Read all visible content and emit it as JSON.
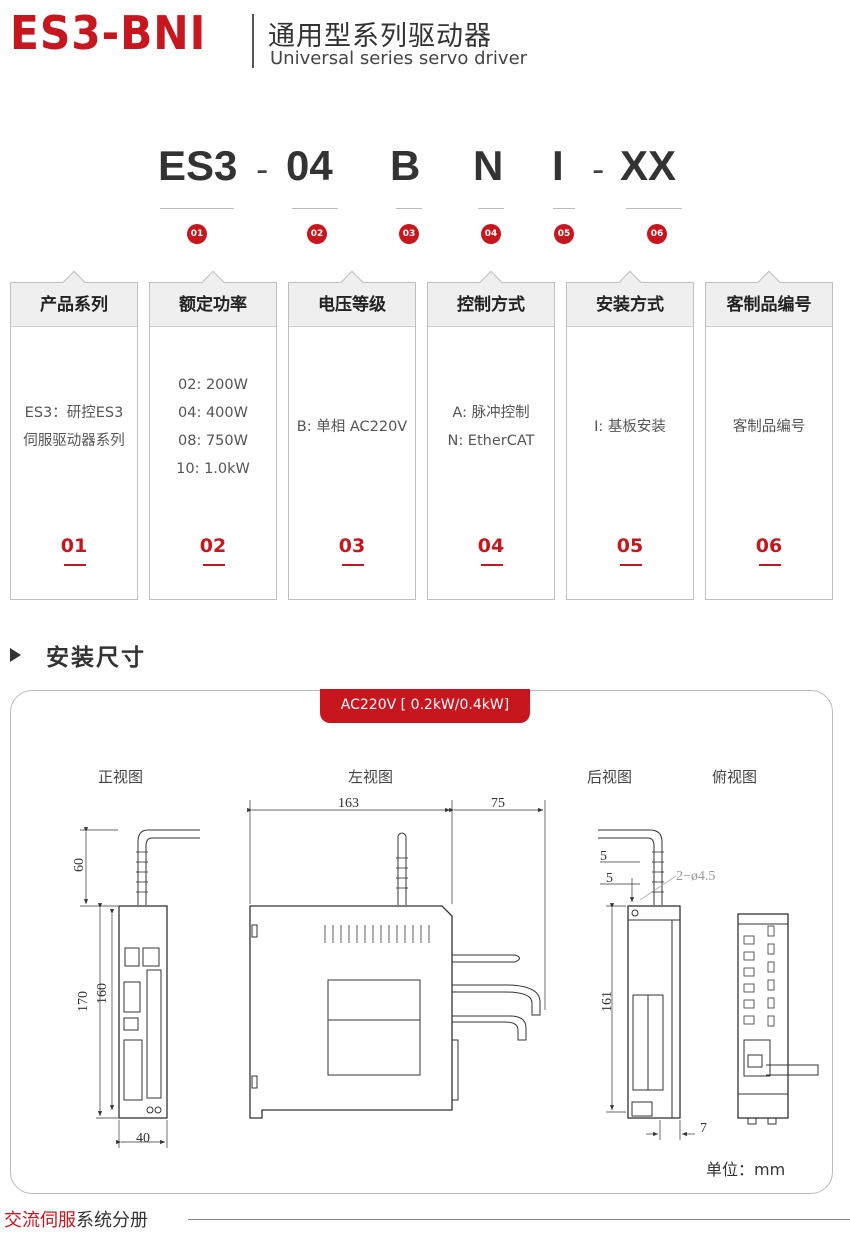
{
  "header": {
    "brand": "ES3-BNI",
    "title_cn": "通用型系列驱动器",
    "title_en": "Universal series servo driver"
  },
  "model_code": {
    "parts": [
      "ES3",
      "-",
      "04",
      "B",
      "N",
      "I",
      "-",
      "XX"
    ],
    "markers": [
      "01",
      "02",
      "03",
      "04",
      "05",
      "06"
    ]
  },
  "cards": [
    {
      "title": "产品系列",
      "lines": [
        "ES3：研控ES3",
        "伺服驱动器系列"
      ],
      "num": "01"
    },
    {
      "title": "额定功率",
      "lines": [
        "02: 200W",
        "04: 400W",
        "08: 750W",
        "10: 1.0kW"
      ],
      "num": "02"
    },
    {
      "title": "电压等级",
      "lines": [
        "B: 单相 AC220V"
      ],
      "num": "03"
    },
    {
      "title": "控制方式",
      "lines": [
        "A: 脉冲控制",
        "N: EtherCAT"
      ],
      "num": "04"
    },
    {
      "title": "安装方式",
      "lines": [
        "I: 基板安装"
      ],
      "num": "05"
    },
    {
      "title": "客制品编号",
      "lines": [
        "客制品编号"
      ],
      "num": "06"
    }
  ],
  "section": {
    "title": "安装尺寸",
    "tag": "AC220V [ 0.2kW/0.4kW]",
    "views": [
      "正视图",
      "左视图",
      "后视图",
      "俯视图"
    ],
    "unit": "单位：mm"
  },
  "dimensions": {
    "front": {
      "top": "60",
      "height": "170",
      "inner": "160",
      "width": "40"
    },
    "left": {
      "depth": "163",
      "cable": "75"
    },
    "rear": {
      "a": "5",
      "b": "5",
      "holes": "2−ø4.5",
      "height": "161",
      "bottom": "7"
    }
  },
  "footer": {
    "red": "交流伺服",
    "black": "系统分册"
  },
  "colors": {
    "accent": "#c8161e",
    "card_head": "#efefef",
    "text": "#333333"
  }
}
